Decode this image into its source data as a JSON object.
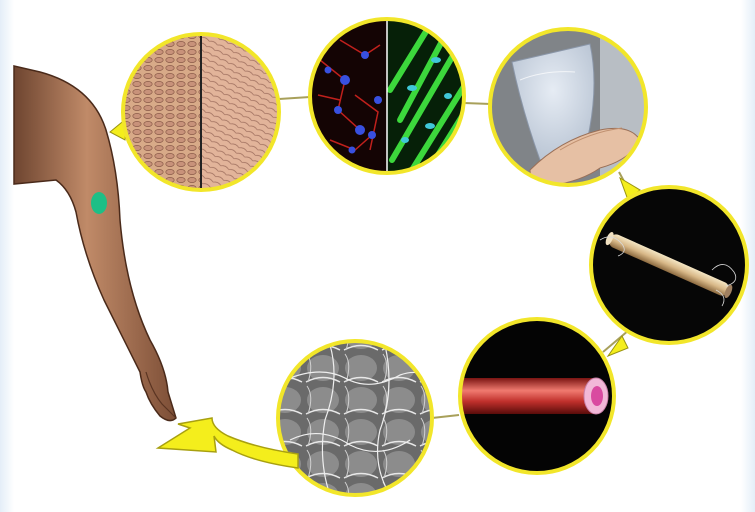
{
  "diagram": {
    "kind": "tissue-engineering-cycle",
    "steps": [
      {
        "id": "biopsy",
        "icon": "arm-with-biopsy-site-icon"
      },
      {
        "id": "cell-culture",
        "icon": "cultured-cells-micrograph-icon"
      },
      {
        "id": "fluorescent-cells",
        "icon": "fluorescent-stained-cells-icon"
      },
      {
        "id": "cell-sheet",
        "icon": "cell-sheet-in-hand-icon"
      },
      {
        "id": "rolled-sheet",
        "icon": "sheet-rolled-on-mandrel-icon"
      },
      {
        "id": "vessel-graft",
        "icon": "tubular-vessel-graft-icon"
      },
      {
        "id": "graft-surface",
        "icon": "graft-surface-sem-icon"
      }
    ],
    "colors": {
      "frame": "#f2e62a",
      "return_arrow": "#f4ee1c",
      "biopsy_marker": "#1dbf86",
      "graft_outer": "#c0302c",
      "graft_lumen": "#d94aa0"
    }
  }
}
